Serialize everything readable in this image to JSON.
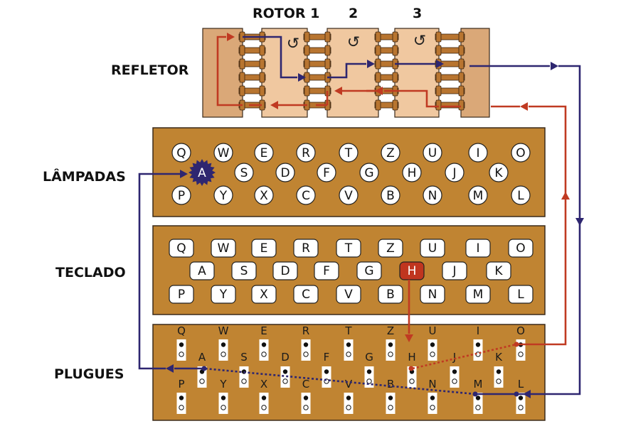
{
  "labels": {
    "rotor1": "ROTOR 1",
    "rotor2": "2",
    "rotor3": "3",
    "reflector": "REFLETOR",
    "lamps": "LÂMPADAS",
    "keyboard": "TECLADO",
    "plugs": "PLUGUES"
  },
  "rows": [
    [
      "Q",
      "W",
      "E",
      "R",
      "T",
      "Z",
      "U",
      "I",
      "O"
    ],
    [
      "A",
      "S",
      "D",
      "F",
      "G",
      "H",
      "J",
      "K"
    ],
    [
      "P",
      "Y",
      "X",
      "C",
      "V",
      "B",
      "N",
      "M",
      "L"
    ]
  ],
  "pressed_key": "H",
  "lit_lamp": "A",
  "rotor_arrow_glyph": "↺",
  "colors": {
    "panel": "#c08432",
    "panel_border": "#3a2a1a",
    "rotor_light": "#f0c8a0",
    "rotor_mid": "#daa878",
    "pin": "#b87530",
    "path_forward": "#2e2670",
    "path_return": "#c03a22",
    "pressed_key_fill": "#c0351f",
    "lit_lamp_fill": "#2e2670"
  }
}
